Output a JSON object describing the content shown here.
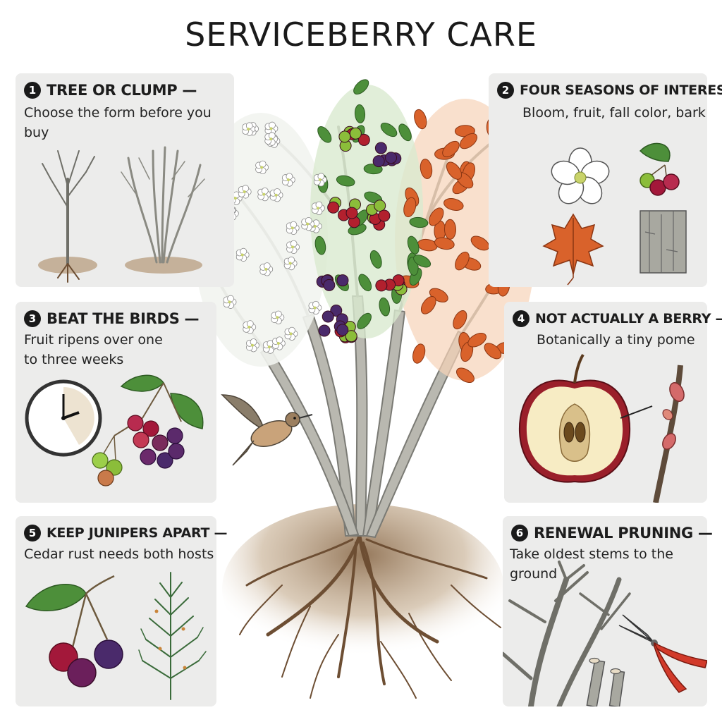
{
  "title": "SERVICEBERRY CARE",
  "panels": [
    {
      "number": "1",
      "heading": "TREE OR CLUMP —",
      "subtitle": "Choose the form before you buy"
    },
    {
      "number": "2",
      "heading": "FOUR SEASONS OF INTEREST",
      "subtitle": "Bloom, fruit, fall color, bark"
    },
    {
      "number": "3",
      "heading": "BEAT THE BIRDS —",
      "subtitle": "Fruit ripens over one to three weeks"
    },
    {
      "number": "4",
      "heading": "NOT ACTUALLY A BERRY —",
      "subtitle": "Botanically a tiny pome"
    },
    {
      "number": "5",
      "heading": "KEEP JUNIPERS APART —",
      "subtitle": "Cedar rust needs both hosts"
    },
    {
      "number": "6",
      "heading": "RENEWAL PRUNING —",
      "subtitle": "Take oldest stems to the ground"
    }
  ],
  "icons": {
    "panel1": [
      "single-trunk-tree-icon",
      "multi-stem-clump-icon"
    ],
    "panel2": [
      "flower-icon",
      "berry-cluster-icon",
      "autumn-leaf-icon",
      "bark-icon"
    ],
    "panel3": [
      "clock-icon",
      "ripening-berries-icon"
    ],
    "panel4": [
      "pome-cross-section-icon",
      "twig-bud-icon"
    ],
    "panel5": [
      "berries-icon",
      "juniper-sprig-icon"
    ],
    "panel6": [
      "cut-stems-icon",
      "pruning-shears-icon"
    ],
    "center": [
      "serviceberry-tree-icon",
      "bird-icon",
      "roots-icon"
    ]
  },
  "colors": {
    "panel_bg": "#ececeb",
    "bloom_white": "#ffffff",
    "fruit_purple": "#4a2a6b",
    "fruit_red": "#b2202e",
    "fall_orange": "#d9622b",
    "leaf_green": "#4d8f3a",
    "bark_gray": "#a8a8a0",
    "soil_brown": "#a8896a"
  }
}
